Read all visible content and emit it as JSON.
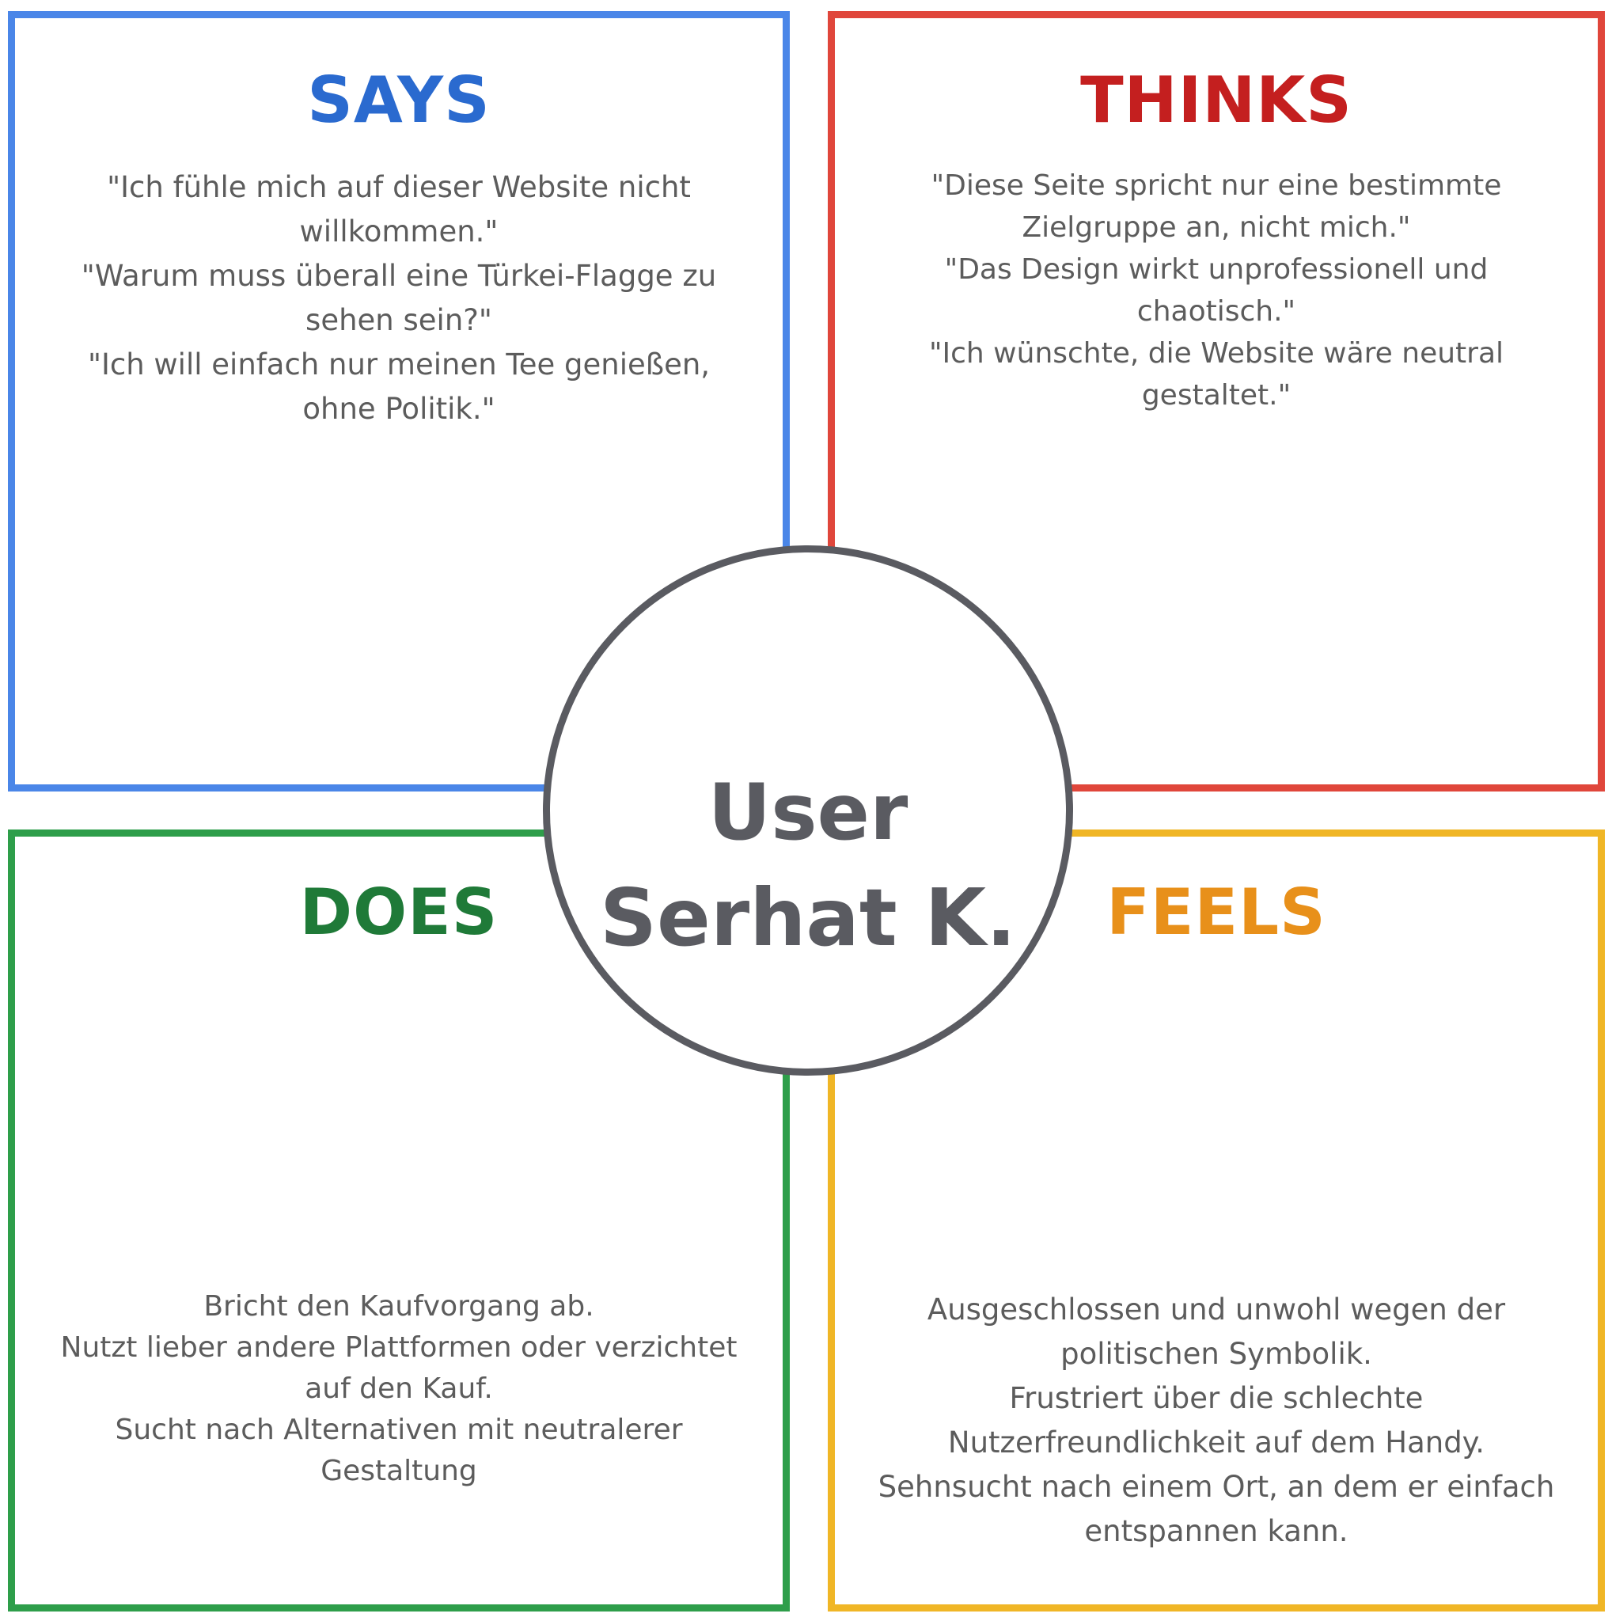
{
  "colors": {
    "says_border": "#4a86e8",
    "says_title": "#2a6acf",
    "thinks_border": "#e0463b",
    "thinks_title": "#c41f1f",
    "does_border": "#2e9e4a",
    "does_title": "#1f7a38",
    "feels_border": "#f0b626",
    "feels_title": "#e8901a",
    "body_text": "#5c5c5c",
    "circle": "#5a5b61"
  },
  "says": {
    "title": "SAYS",
    "lines": [
      "\"Ich fühle mich auf dieser Website nicht",
      "willkommen.\"",
      "\"Warum muss überall eine Türkei-Flagge zu",
      "sehen sein?\"",
      "\"Ich will einfach nur meinen Tee genießen,",
      "ohne Politik.\""
    ]
  },
  "thinks": {
    "title": "THINKS",
    "lines": [
      "\"Diese Seite spricht nur eine bestimmte",
      "Zielgruppe an, nicht mich.\"",
      "\"Das Design wirkt unprofessionell und",
      "chaotisch.\"",
      "\"Ich wünschte, die Website wäre neutral",
      "gestaltet.\""
    ]
  },
  "does": {
    "title": "DOES",
    "lines": [
      "Bricht den Kaufvorgang ab.",
      "Nutzt lieber andere Plattformen oder verzichtet",
      "auf den Kauf.",
      "Sucht nach Alternativen mit neutralerer",
      "Gestaltung"
    ]
  },
  "feels": {
    "title": "FEELS",
    "lines": [
      "Ausgeschlossen und unwohl wegen der",
      "politischen Symbolik.",
      "Frustriert über die schlechte",
      "Nutzerfreundlichkeit auf dem Handy.",
      "Sehnsucht nach einem Ort, an dem er einfach",
      "entspannen kann."
    ]
  },
  "center": {
    "label": "User",
    "name": "Serhat K."
  }
}
